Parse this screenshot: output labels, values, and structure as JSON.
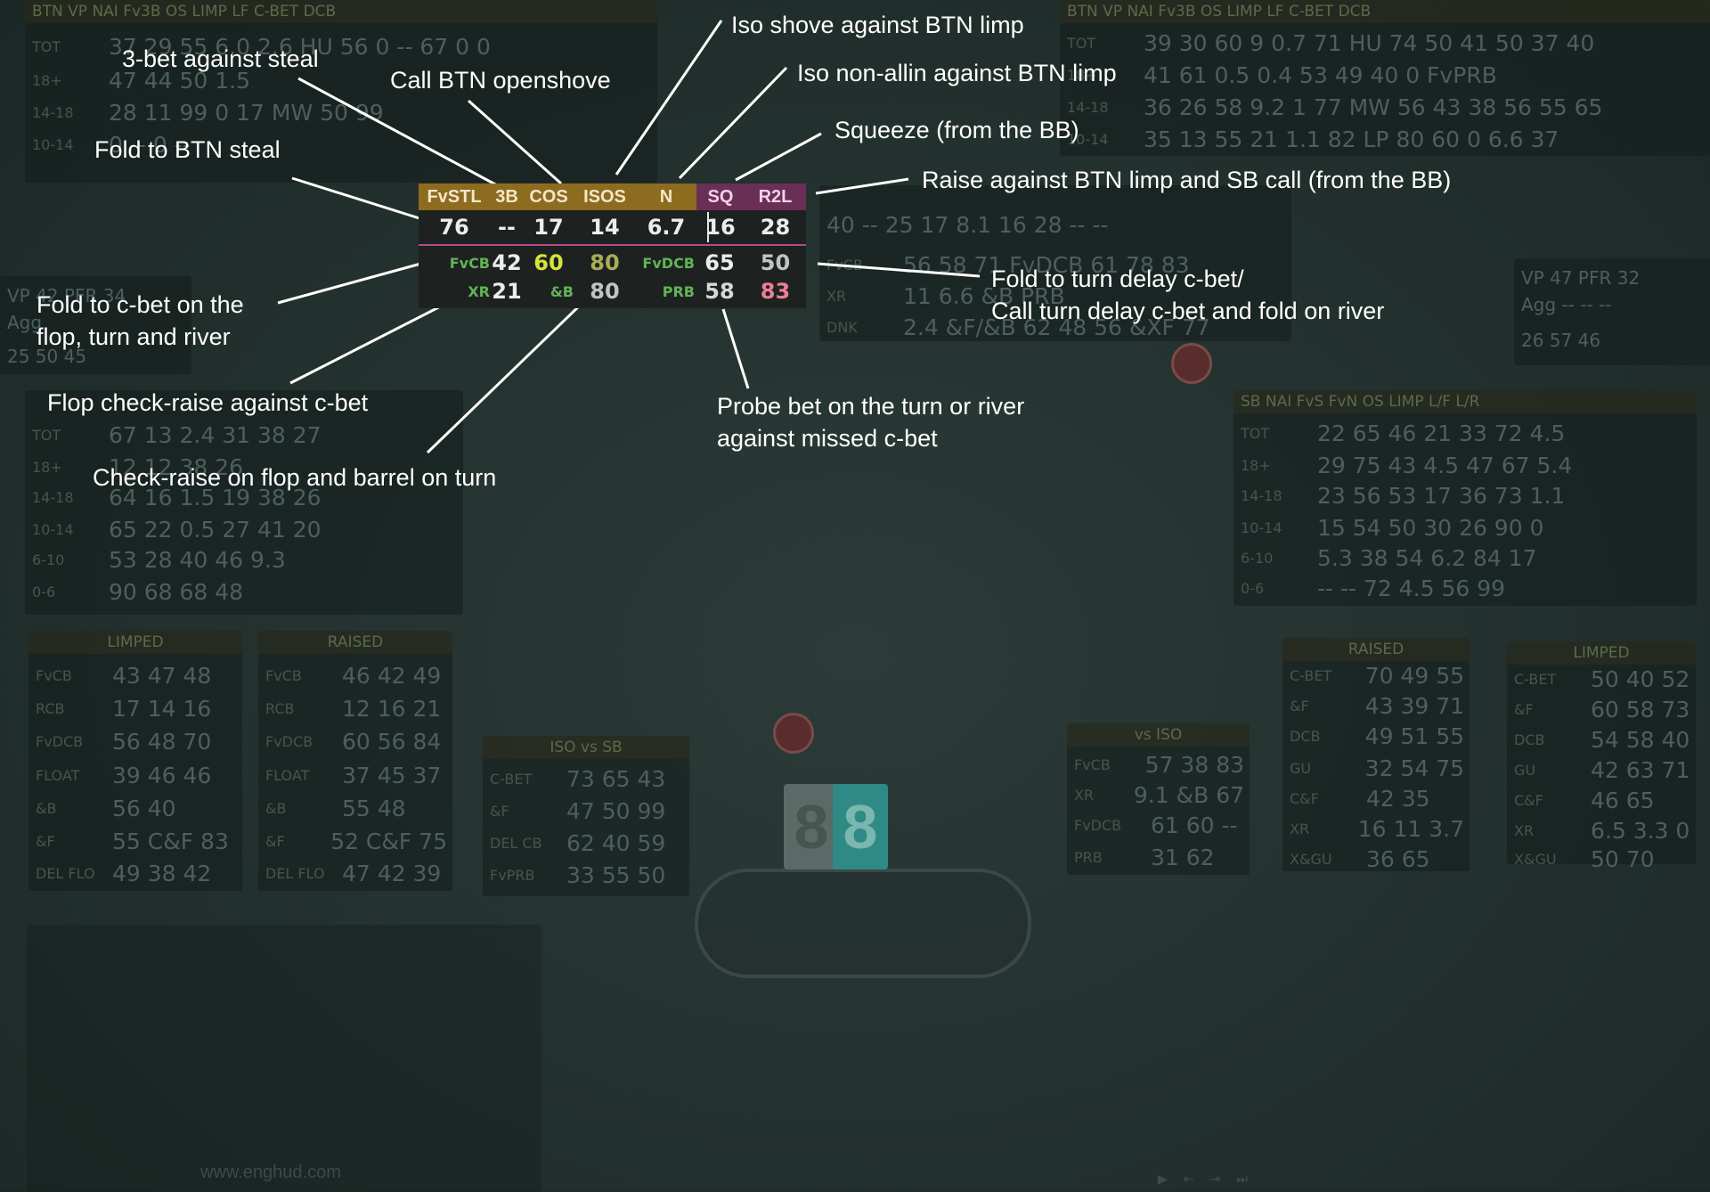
{
  "hud": {
    "headers": [
      {
        "label": "FvSTL",
        "color": "gold"
      },
      {
        "label": "3B",
        "color": "gold"
      },
      {
        "label": "COS",
        "color": "gold"
      },
      {
        "label": "ISOS",
        "color": "gold"
      },
      {
        "label": "N",
        "color": "gold"
      },
      {
        "label": "SQ",
        "color": "purple"
      },
      {
        "label": "R2L",
        "color": "purple"
      }
    ],
    "values": [
      "76",
      "--",
      "17",
      "14",
      "6.7",
      "16",
      "28"
    ],
    "row2": {
      "fvcb_label": "FvCB",
      "fvcb_value": "42",
      "v2": "60",
      "v3": "80",
      "fvdcb_label": "FvDCB",
      "fvdcb_value": "65",
      "v5": "50"
    },
    "row3": {
      "xr_label": "XR",
      "xr_value": "21",
      "b_label": "&B",
      "b_value": "80",
      "prb_label": "PRB",
      "prb_value": "58",
      "v5": "83"
    }
  },
  "annotations": {
    "three_bet": "3-bet against steal",
    "call_btn": "Call BTN openshove",
    "fold_steal": "Fold to BTN steal",
    "iso_shove": "Iso shove against BTN limp",
    "iso_nonallin": "Iso non-allin against BTN limp",
    "squeeze": "Squeeze (from the BB)",
    "raise_limp": "Raise against BTN limp and SB call (from the BB)",
    "fold_cbet_1": "Fold to c-bet on the",
    "fold_cbet_2": "flop, turn and river",
    "flop_xr": "Flop check-raise against c-bet",
    "xr_barrel": "Check-raise on flop and barrel on turn",
    "fold_delay_1": "Fold to turn delay c-bet/",
    "fold_delay_2": "Call turn delay c-bet and fold on river",
    "probe_1": "Probe bet on the turn or river",
    "probe_2": "against missed c-bet"
  },
  "background": {
    "watermark": "www.enghud.com",
    "card_rank": "8",
    "panel_titles": {
      "limped_left": "LIMPED",
      "raised_left": "RAISED",
      "iso_vs_sb": "ISO vs SB",
      "vs_iso": "vs ISO",
      "raised_right": "RAISED",
      "limped_right": "LIMPED"
    },
    "top_left_header": "BTN   VP  NAI  Fv3B    OS    LIMP  LF       C-BET           DCB",
    "top_right_header": "BTN   VP  NAI  Fv3B    OS    LIMP  LF       C-BET           DCB",
    "sb_header": "SB    NAI  FvS  FvN    OS    LIMP  L/F  L/R"
  }
}
